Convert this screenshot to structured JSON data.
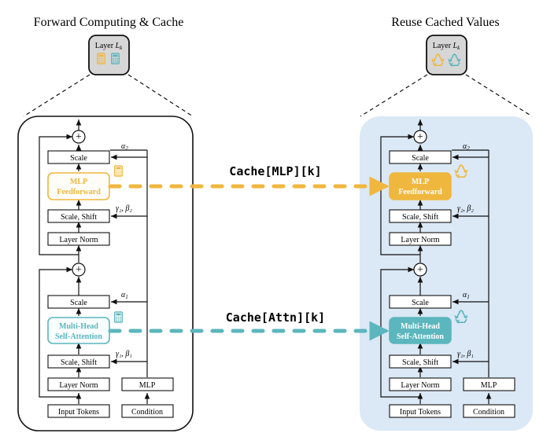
{
  "left": {
    "title": "Forward Computing & Cache",
    "layer_label": "Layer",
    "layer_symbol": "L",
    "layer_sub": "k",
    "mlp_block": {
      "line1": "MLP",
      "line2": "Feedforward"
    },
    "attn_block": {
      "line1": "Multi-Head",
      "line2": "Self-Attention"
    }
  },
  "right": {
    "title": "Reuse Cached Values",
    "layer_label": "Layer",
    "layer_symbol": "L",
    "layer_sub": "k",
    "mlp_block": {
      "line1": "MLP",
      "line2": "Feedforward"
    },
    "attn_block": {
      "line1": "Multi-Head",
      "line2": "Self-Attention"
    }
  },
  "blocks": {
    "scale": "Scale",
    "scale_shift": "Scale, Shift",
    "layer_norm": "Layer Norm",
    "input_tokens": "Input Tokens",
    "mlp": "MLP",
    "condition": "Condition",
    "plus": "+"
  },
  "params": {
    "alpha2": "α",
    "alpha2_sub": "2",
    "gamma2_beta2": "γ₂, β₂",
    "alpha1": "α",
    "alpha1_sub": "1",
    "gamma1_beta1": "γ₁, β₁"
  },
  "arrows": {
    "cache_mlp": "Cache[MLP][k]",
    "cache_attn": "Cache[Attn][k]"
  },
  "icons": {
    "compute": "calculator-icon",
    "reuse": "recycle-icon"
  },
  "colors": {
    "mlp_orange": "#f0b73f",
    "attn_teal": "#5cb6bd",
    "reuse_panel": "#dbe8f5",
    "layer_box": "#d6d6d6"
  }
}
